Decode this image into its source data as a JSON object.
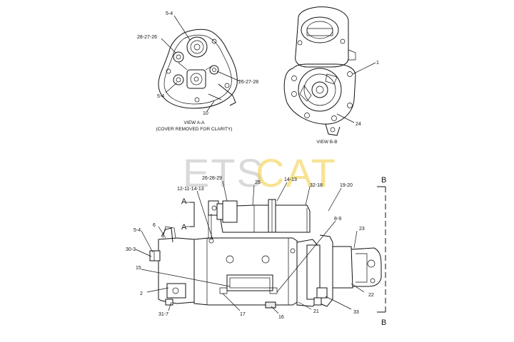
{
  "watermark": {
    "part1": "ETS",
    "part2": "CAT",
    "part1_color": "#bdbdbd",
    "part2_color": "#f3d24c"
  },
  "view_a": {
    "caption_line1": "VIEW A-A",
    "caption_line2": "(COVER REMOVED FOR CLARITY)",
    "callouts": {
      "c54_top": "5-4",
      "c282726": "28-27-26",
      "c54_bottom": "5-4",
      "c262728": "26-27-28",
      "c10": "10"
    }
  },
  "view_b": {
    "caption": "VIEW B-B",
    "callouts": {
      "c1": "1",
      "c24": "24"
    }
  },
  "main_view": {
    "section_marks": {
      "a_top": "A",
      "a_bottom": "A",
      "b_top": "B",
      "b_bottom": "B"
    },
    "callouts": {
      "c262829": "26-28-29",
      "c25": "25",
      "c1413": "14-13",
      "c3218": "32-18",
      "c1920": "19-20",
      "c12111413": "12-11-14-13",
      "c89": "8-9",
      "c54": "5-4",
      "c6": "6",
      "c303": "30-3",
      "c23": "23",
      "c15": "15",
      "c2": "2",
      "c22": "22",
      "c317": "31-7",
      "c17": "17",
      "c16": "16",
      "c21": "21",
      "c33": "33"
    }
  }
}
